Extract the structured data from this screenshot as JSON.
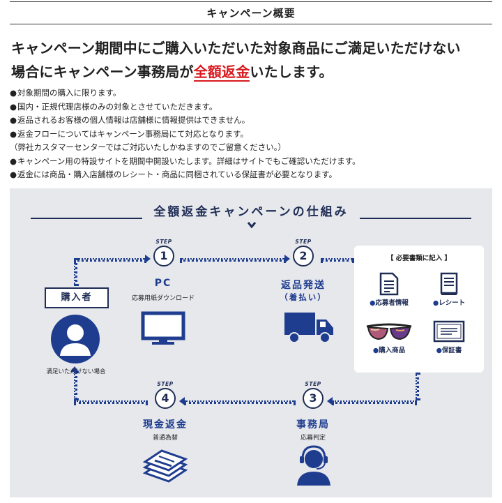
{
  "overview": {
    "title": "キャンペーン概要"
  },
  "headline": {
    "line1": "キャンペーン期間中にご購入いただいた対象商品にご満足いただけない",
    "line2_before": "場合にキャンペーン事務局が",
    "line2_accent": "全額返金",
    "line2_after": "いたします。",
    "accent_color": "#d81a1f"
  },
  "notes": [
    {
      "bullet": "●",
      "text": "対象期間の購入に限ります。"
    },
    {
      "bullet": "●",
      "text": "国内・正規代理店様のみの対象とさせていただきます。"
    },
    {
      "bullet": "●",
      "text": "返品されるお客様の個人情報は店舗様に情報提供はできません。"
    },
    {
      "bullet": "●",
      "text": "返金フローについてはキャンペーン事務局にて対応となります。"
    },
    {
      "bullet": "",
      "text": "（弊社カスタマーセンターではご対応いたしかねますのでご留意ください。）"
    },
    {
      "bullet": "●",
      "text": "キャンペーン用の特設サイトを期間中開設いたします。詳細はサイトでもご確認いただけます。"
    },
    {
      "bullet": "●",
      "text": "返金には商品・購入店舗様のレシート・商品に同梱されている保証書が必要となります。"
    }
  ],
  "flow": {
    "title": "全額返金キャンペーンの仕組み",
    "navy": "#1f2d55",
    "buyer": {
      "label": "購入者",
      "note": "満足いただけない場合"
    },
    "steps": [
      {
        "step_word": "STEP",
        "number": "1",
        "label": "PC",
        "sub": "応募用紙ダウンロード",
        "icon": "monitor-icon"
      },
      {
        "step_word": "STEP",
        "number": "2",
        "label": "返品発送",
        "sub": "（着払い）",
        "icon": "truck-icon"
      },
      {
        "step_word": "STEP",
        "number": "3",
        "label": "事務局",
        "sub": "応募判定",
        "icon": "headset-operator-icon"
      },
      {
        "step_word": "STEP",
        "number": "4",
        "label": "現金返金",
        "sub": "普通為替",
        "icon": "cash-stack-icon"
      }
    ],
    "documents": {
      "title": "【 必要書類に記入 】",
      "items": [
        {
          "bullet": "●",
          "label": "応募者情報",
          "icon": "form-document-icon"
        },
        {
          "bullet": "●",
          "label": "レシート",
          "icon": "receipt-icon"
        },
        {
          "bullet": "●",
          "label": "購入商品",
          "icon": "sunglasses-icon"
        },
        {
          "bullet": "●",
          "label": "保証書",
          "icon": "warranty-card-icon"
        }
      ]
    }
  }
}
